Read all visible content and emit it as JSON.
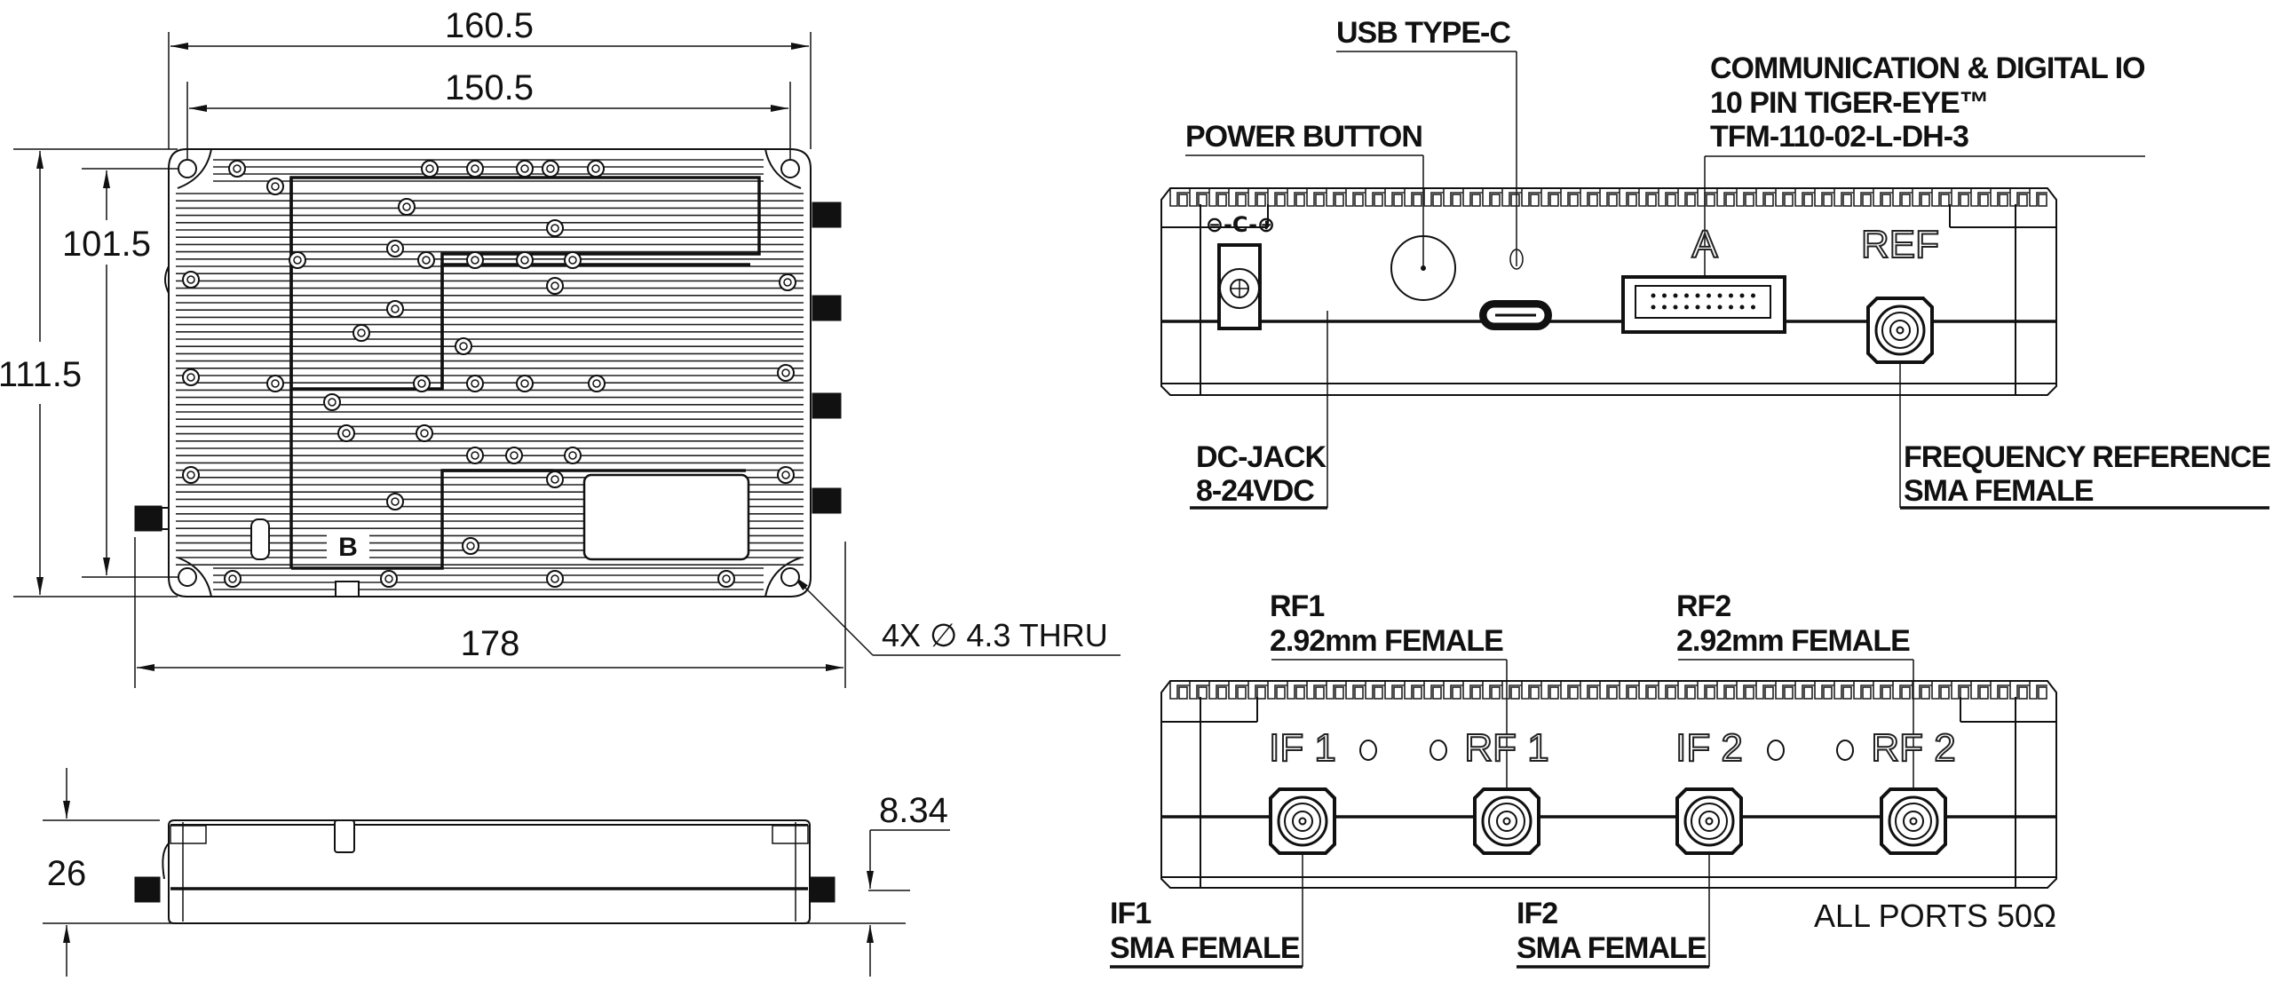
{
  "top_view": {
    "dimensions": {
      "overall_width_flange": "160.5",
      "hole_spacing_x": "150.5",
      "hole_spacing_y": "101.5",
      "overall_depth": "111.5",
      "overall_length_with_connectors": "178",
      "mount_hole_note": "4X ∅ 4.3 THRU"
    },
    "marker_b": "B"
  },
  "side_view": {
    "dimensions": {
      "height": "26",
      "connector_height": "8.34"
    }
  },
  "front_panel": {
    "callouts": {
      "usb": "USB TYPE-C",
      "power": "POWER BUTTON",
      "comm_line1": "COMMUNICATION & DIGITAL IO",
      "comm_line2": "10 PIN TIGER-EYE™",
      "comm_line3": "TFM-110-02-L-DH-3",
      "dc_line1": "DC-JACK",
      "dc_line2": "8-24VDC",
      "ref_line1": "FREQUENCY REFERENCE",
      "ref_line2": "SMA FEMALE"
    },
    "engravings": {
      "connector_a": "A",
      "ref": "REF",
      "polarity": "⊖-C-⊕"
    }
  },
  "rear_panel": {
    "callouts": {
      "rf1_line1": "RF1",
      "rf1_line2": "2.92mm FEMALE",
      "rf2_line1": "RF2",
      "rf2_line2": "2.92mm FEMALE",
      "if1_line1": "IF1",
      "if1_line2": "SMA FEMALE",
      "if2_line1": "IF2",
      "if2_line2": "SMA FEMALE",
      "impedance_note": "ALL PORTS 50Ω"
    },
    "engravings": {
      "if1": "IF 1",
      "rf1": "RF 1",
      "if2": "IF 2",
      "rf2": "RF 2"
    }
  }
}
